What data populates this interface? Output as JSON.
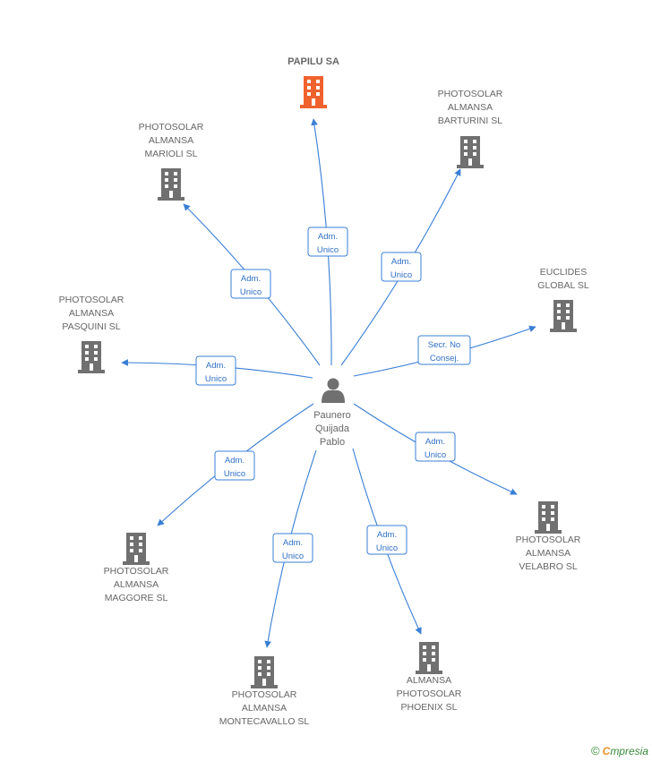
{
  "colors": {
    "edge": "#3a7fd5",
    "building": "#707070",
    "building_highlight": "#f0622d",
    "person": "#707070"
  },
  "center": {
    "name_lines": [
      "Paunero",
      "Quijada",
      "Pablo"
    ],
    "icon": "person-icon"
  },
  "companies": [
    {
      "id": "papilu",
      "lines": [
        "PAPILU SA"
      ],
      "highlight": true,
      "role": [
        "Adm.",
        "Unico"
      ]
    },
    {
      "id": "barturini",
      "lines": [
        "PHOTOSOLAR",
        "ALMANSA",
        "BARTURINI SL"
      ],
      "highlight": false,
      "role": [
        "Adm.",
        "Unico"
      ]
    },
    {
      "id": "marioli",
      "lines": [
        "PHOTOSOLAR",
        "ALMANSA",
        "MARIOLI SL"
      ],
      "highlight": false,
      "role": [
        "Adm.",
        "Unico"
      ]
    },
    {
      "id": "euclides",
      "lines": [
        "EUCLIDES",
        "GLOBAL  SL"
      ],
      "highlight": false,
      "role": [
        "Secr. No",
        "Consej."
      ]
    },
    {
      "id": "pasquini",
      "lines": [
        "PHOTOSOLAR",
        "ALMANSA",
        "PASQUINI SL"
      ],
      "highlight": false,
      "role": [
        "Adm.",
        "Unico"
      ]
    },
    {
      "id": "velabro",
      "lines": [
        "PHOTOSOLAR",
        "ALMANSA",
        "VELABRO SL"
      ],
      "highlight": false,
      "role": [
        "Adm.",
        "Unico"
      ]
    },
    {
      "id": "maggore",
      "lines": [
        "PHOTOSOLAR",
        "ALMANSA",
        "MAGGORE SL"
      ],
      "highlight": false,
      "role": [
        "Adm.",
        "Unico"
      ]
    },
    {
      "id": "phoenix",
      "lines": [
        "ALMANSA",
        "PHOTOSOLAR",
        "PHOENIX SL"
      ],
      "highlight": false,
      "role": [
        "Adm.",
        "Unico"
      ]
    },
    {
      "id": "montecavallo",
      "lines": [
        "PHOTOSOLAR",
        "ALMANSA",
        "MONTECAVALLO SL"
      ],
      "highlight": false,
      "role": [
        "Adm.",
        "Unico"
      ]
    }
  ],
  "footer": {
    "copyright_symbol": "©",
    "brand_first": "C",
    "brand_rest": "mpresia"
  }
}
